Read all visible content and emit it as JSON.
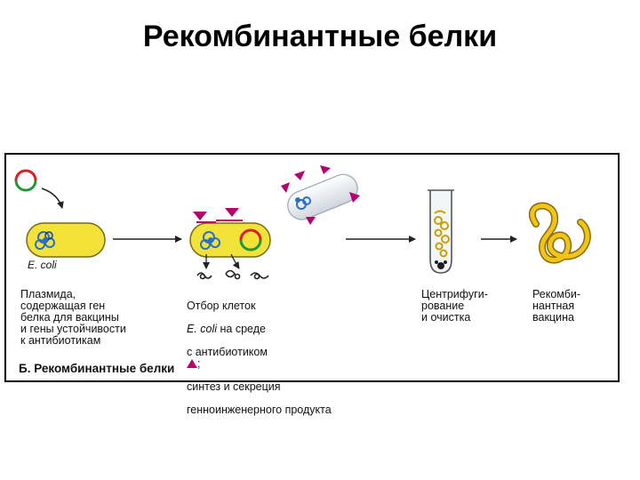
{
  "title": "Рекомбинантные белки",
  "figure": {
    "ecoli_tag_1": "E. coli",
    "step1_text": "Плазмида,\nсодержащая ген\nбелка для вакцины\nи гены устойчивости\nк антибиотикам",
    "step2": {
      "line1": "Отбор клеток",
      "line2_species": "E. coli",
      "line2_rest": " на среде",
      "line3_start": "с антибиотиком",
      "line3_end": ";",
      "line4": "синтез и секреция",
      "line5": "генноинженерного продукта"
    },
    "step3_text": "Центрифуги-\nрование\nи очистка",
    "step4_text": "Рекомби-\nнантная\nвакцина",
    "caption": "Б. Рекомбинантные белки"
  },
  "colors": {
    "cell_fill": "#f2e23a",
    "cell_stroke": "#7a6a10",
    "antibiotic": "#b5006e",
    "dna_blue": "#2a6fc9",
    "plasmid_red": "#d92020",
    "plasmid_green": "#1f9a3a",
    "vaccine_yellow": "#f0c419",
    "arrow": "#222222"
  },
  "icons": [
    "plasmid-icon",
    "bacterium-icon",
    "antibiotic-triangle-icon",
    "dead-cell-icon",
    "test-tube-icon",
    "vaccine-protein-icon"
  ]
}
